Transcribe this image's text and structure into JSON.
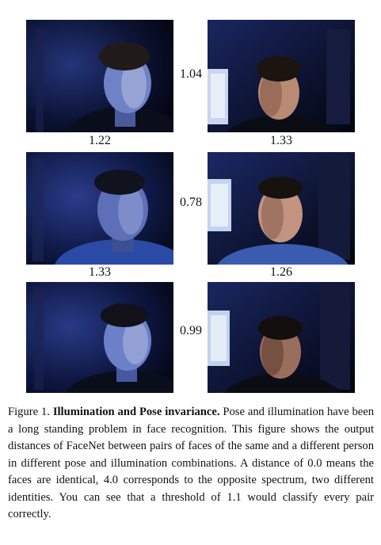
{
  "figure": {
    "rows": [
      {
        "left_photo_alt": "face photo row 1 left",
        "right_photo_alt": "face photo row 1 right",
        "between_distance": "1.04",
        "left_below_distance": "1.22",
        "right_below_distance": "1.33"
      },
      {
        "left_photo_alt": "face photo row 2 left",
        "right_photo_alt": "face photo row 2 right",
        "between_distance": "0.78",
        "left_below_distance": "1.33",
        "right_below_distance": "1.26"
      },
      {
        "left_photo_alt": "face photo row 3 left",
        "right_photo_alt": "face photo row 3 right",
        "between_distance": "0.99"
      }
    ]
  },
  "caption": {
    "label": "Figure 1. ",
    "title": "Illumination and Pose invariance.",
    "body": " Pose and illumination have been a long standing problem in face recognition. This figure shows the output distances of FaceNet between pairs of faces of the same and a different person in different pose and illumination combinations. A distance of 0.0 means the faces are identical, 4.0 corresponds to the opposite spectrum, two different identities. You can see that a threshold of 1.1 would classify every pair correctly."
  },
  "colors": {
    "photo_bg": "#050814",
    "blue_light": "#2c3f8a",
    "skin_warm": "#d8a788"
  }
}
